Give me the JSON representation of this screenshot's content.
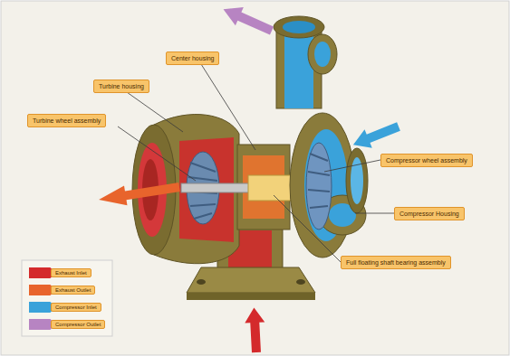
{
  "diagram": {
    "nodes": [
      {
        "text": [
          "Center housing"
        ]
      },
      {
        "text": [
          "Turbine housing"
        ]
      },
      {
        "text": [
          "Turbine wheel assembly"
        ]
      },
      {
        "text": [
          "Compressor wheel assembly"
        ]
      },
      {
        "text": [
          "Compressor Housing"
        ]
      },
      {
        "text": [
          "Full floating shaft bearing assembly"
        ]
      }
    ],
    "legend": [
      {
        "text": "Exhaust Inlet",
        "color": "#d42a2c"
      },
      {
        "text": "Exhaust Outlet",
        "color": "#e8642c"
      },
      {
        "text": "Compressor Inlet",
        "color": "#3aa2da"
      },
      {
        "text": "Compressor Outlet",
        "color": "#b784c2"
      }
    ]
  }
}
